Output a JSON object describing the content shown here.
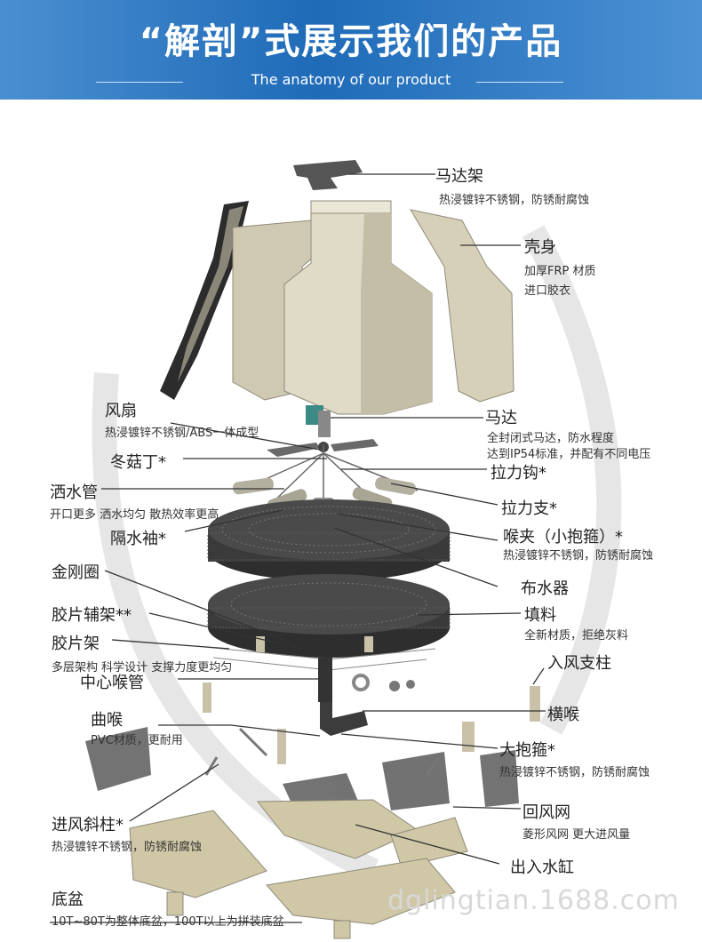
{
  "header": {
    "title": "“解剖”式展示我们的产品",
    "subtitle": "The anatomy of our product"
  },
  "labels": {
    "motor_frame": "马达架",
    "motor_frame_note": "热浸镀锌不锈钢，防锈耐腐蚀",
    "shell": "壳身",
    "shell_note_1": "加厚FRP 材质",
    "shell_note_2": "进口胶衣",
    "fan": "风扇",
    "fan_note": "热浸镀锌不锈钢/ABS一体成型",
    "motor": "马达",
    "motor_note_1": "全封闭式马达，防水程度",
    "motor_note_2": "达到IP54标准，并配有不同电压",
    "mushroom": "冬菇丁*",
    "tension_hook": "拉力钩*",
    "sprinkler_pipe": "洒水管",
    "sprinkler_note": "开口更多 洒水均匀 散热效率更高",
    "tension_rod": "拉力支*",
    "water_sleeve": "隔水袖*",
    "throat_clamp": "喉夹（小抱箍）*",
    "throat_clamp_note": "热浸镀锌不锈钢，防锈耐腐蚀",
    "diamond_ring": "金刚圈",
    "distributor": "布水器",
    "fill_support": "胶片辅架**",
    "fill": "填料",
    "fill_note": "全新材质，拒绝灰料",
    "fill_rack": "胶片架",
    "fill_rack_note": "多层架构 科学设计 支撑力度更均匀",
    "inlet_column": "入风支柱",
    "center_pipe": "中心喉管",
    "cross_pipe": "横喉",
    "elbow": "曲喉",
    "elbow_note": "PVC材质，更耐用",
    "big_clamp": "大抱箍*",
    "big_clamp_note": "热浸镀锌不锈钢，防锈耐腐蚀",
    "return_mesh": "回风网",
    "return_mesh_note": "菱形风网 更大进风量",
    "inlet_slant": "进风斜柱*",
    "inlet_slant_note": "热浸镀锌不锈钢，防锈耐腐蚀",
    "io_tank": "出入水缸",
    "basin": "底盆",
    "basin_note": "10T~80T为整体底盆，100T以上为拼装底盆"
  },
  "watermark": "dglingtian.1688.com",
  "colors": {
    "banner": "#2a78c4",
    "shell": "#d9d3bf",
    "fill": "#3a3a3a"
  }
}
